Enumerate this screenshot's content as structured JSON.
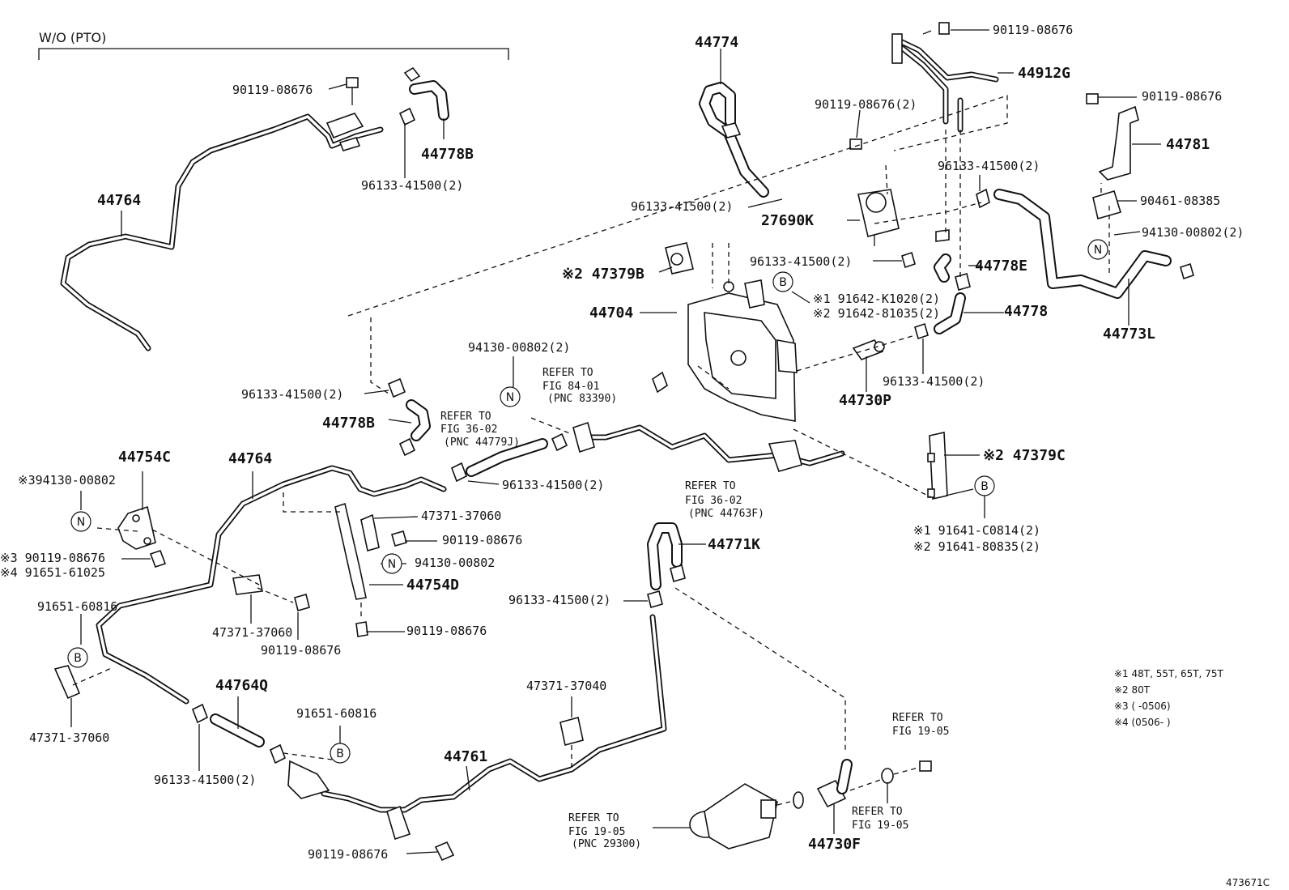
{
  "header": {
    "title": "W/O (PTO)"
  },
  "callouts": {
    "p44764_top": "44764",
    "p44764_mid": "44764",
    "p44778B_top": "44778B",
    "p44778B_mid": "44778B",
    "p44774": "44774",
    "p44912G": "44912G",
    "p44781": "44781",
    "p27690K": "27690K",
    "p44778E": "44778E",
    "p44778": "44778",
    "p44773L": "44773L",
    "p44704": "44704",
    "p44730P": "44730P",
    "p44754C": "44754C",
    "p44754D": "44754D",
    "p44771K": "44771K",
    "p44764Q": "44764Q",
    "p44761": "44761",
    "p44730F": "44730F",
    "p47379B": "※2 47379B",
    "p47379C": "※2 47379C"
  },
  "part_numbers": {
    "a1": "90119-08676",
    "a2": "96133-41500(2)",
    "a3": "90119-08676",
    "a4": "90119-08676(2)",
    "a5": "96133-41500(2)",
    "a6": "90119-08676",
    "a7": "96133-41500(2)",
    "a8": "90461-08385",
    "a9": "94130-00802(2)",
    "a10": "96133-41500(2)",
    "a11": "※1 91642-K1020(2)",
    "a12": "※2 91642-81035(2)",
    "a13": "94130-00802(2)",
    "a14": "96133-41500(2)",
    "a15": "96133-41500(2)",
    "a16": "96133-41500(2)",
    "a17": "※394130-00802",
    "a18": "47371-37060",
    "a19": "90119-08676",
    "a20": "94130-00802",
    "a21": "※3 90119-08676",
    "a22": "※4 91651-61025",
    "a23": "91651-60816",
    "a24": "47371-37060",
    "a25": "90119-08676",
    "a26": "90119-08676",
    "a27": "96133-41500(2)",
    "a28": "47371-37060",
    "a29": "96133-41500(2)",
    "a30": "91651-60816",
    "a31": "47371-37040",
    "a32": "90119-08676",
    "a33": "※1 91641-C0814(2)",
    "a34": "※2 91641-80835(2)"
  },
  "refer_notes": {
    "r1": [
      "REFER TO",
      "FIG 84-01",
      "(PNC 83390)"
    ],
    "r2": [
      "REFER TO",
      "FIG 36-02",
      "(PNC 44779J)"
    ],
    "r3": [
      "REFER TO",
      "FIG 36-02",
      "(PNC 44763F)"
    ],
    "r4": [
      "REFER TO",
      "FIG 19-05",
      "(PNC 29300)"
    ],
    "r5": [
      "REFER TO",
      "FIG 19-05"
    ],
    "r6": [
      "REFER TO",
      "FIG 19-05"
    ]
  },
  "bubbles": {
    "b": "B",
    "n": "N"
  },
  "notes": [
    "※1 48T, 55T, 65T, 75T",
    "※2 80T",
    "※3 (       -0506)",
    "※4 (0506-       )"
  ],
  "figure_code": "473671C"
}
